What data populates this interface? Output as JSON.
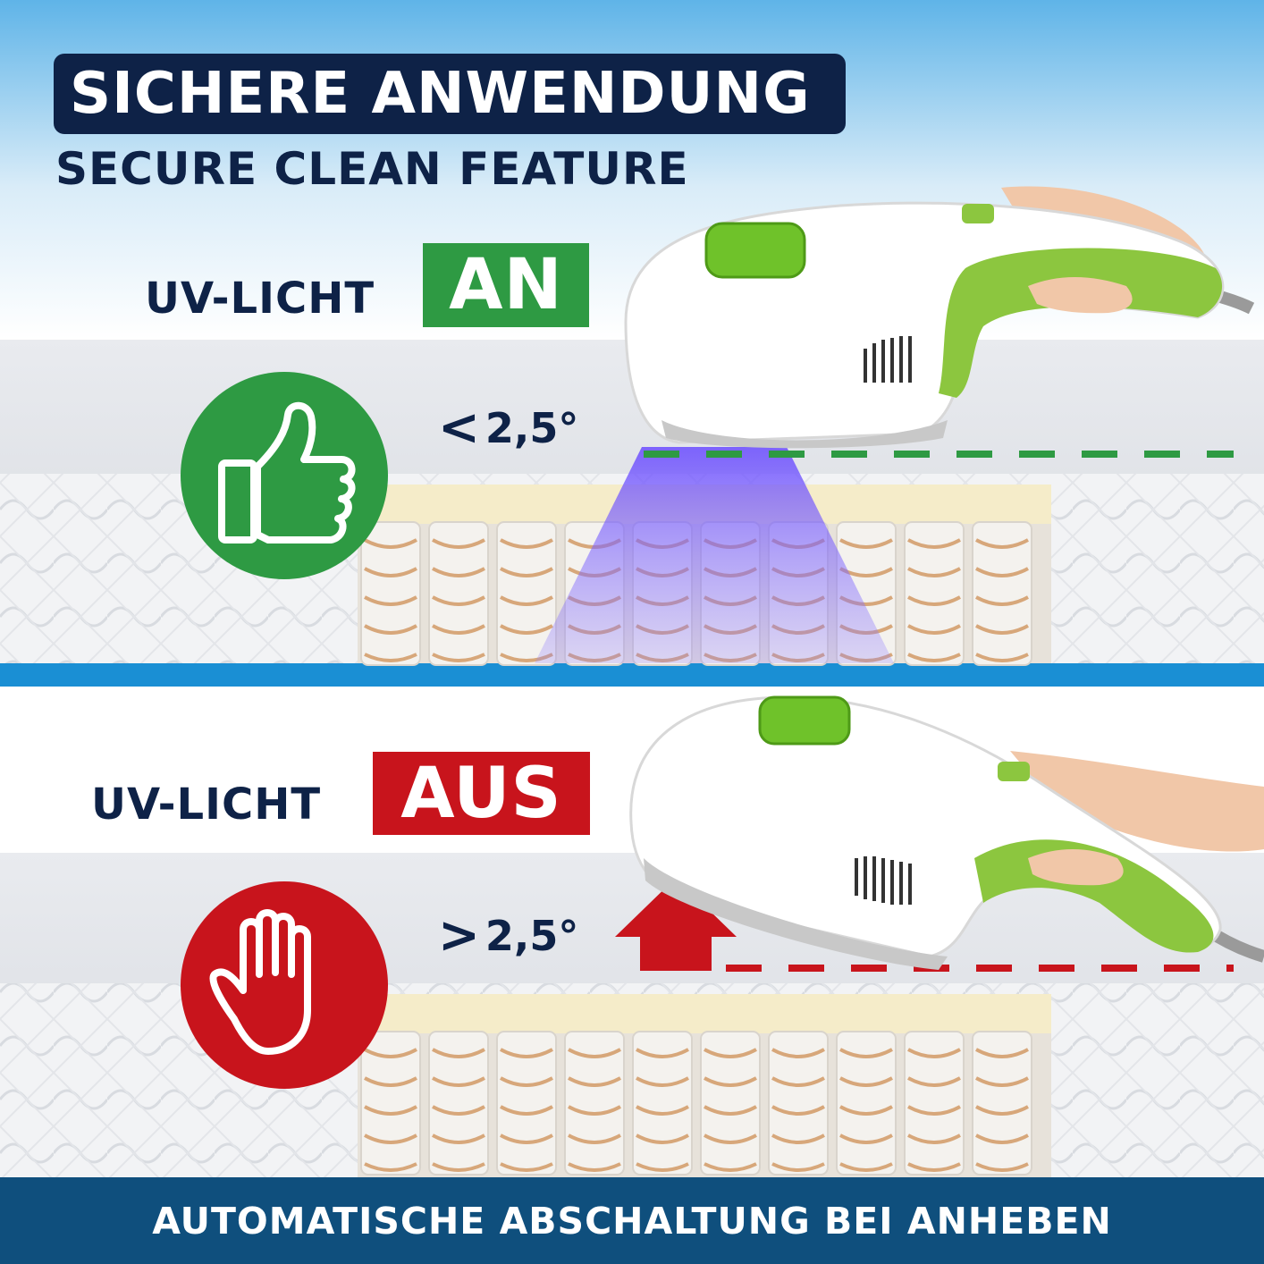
{
  "header": {
    "title": "SICHERE ANWENDUNG",
    "subtitle": "SECURE CLEAN FEATURE"
  },
  "panel_on": {
    "label": "UV-LICHT",
    "state": "AN",
    "angle_symbol": "<",
    "angle_value": "2,5°",
    "icon": "thumbs-up-icon",
    "color": "#2e9a43"
  },
  "panel_off": {
    "label": "UV-LICHT",
    "state": "AUS",
    "angle_symbol": ">",
    "angle_value": "2,5°",
    "icon": "stop-hand-icon",
    "color": "#c8141c"
  },
  "footer": {
    "text": "AUTOMATISCHE ABSCHALTUNG BEI ANHEBEN"
  },
  "colors": {
    "navy": "#0e2247",
    "footer_blue": "#0f4f7d",
    "divider_blue": "#1a8fd4",
    "device_green": "#8cc63f",
    "uv_violet": "#7b5cff"
  }
}
